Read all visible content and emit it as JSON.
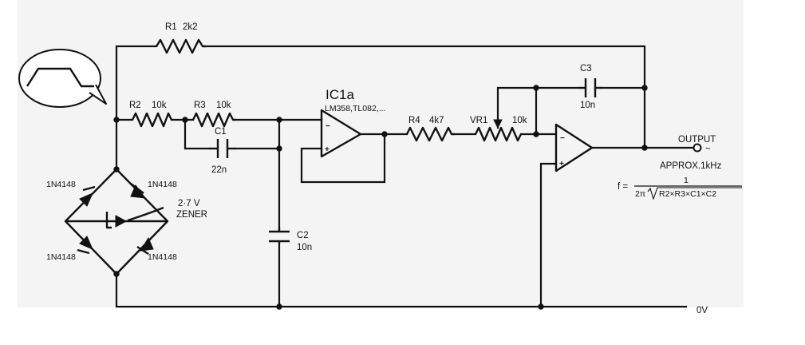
{
  "components": {
    "r1": {
      "ref": "R1",
      "value": "2k2"
    },
    "r2": {
      "ref": "R2",
      "value": "10k"
    },
    "r3": {
      "ref": "R3",
      "value": "10k"
    },
    "c1": {
      "ref": "C1",
      "value": "22n"
    },
    "c2": {
      "ref": "C2",
      "value": "10n"
    },
    "c3": {
      "ref": "C3",
      "value": "10n"
    },
    "ic1a": {
      "ref": "IC1a",
      "parts": "LM358,TL082,..."
    },
    "r4": {
      "ref": "R4",
      "value": "4k7"
    },
    "vr1": {
      "ref": "VR1",
      "value": "10k"
    },
    "zener": {
      "value": "2·7 V",
      "type": "ZENER"
    },
    "diodes": [
      "1N4148",
      "1N4148",
      "1N4148",
      "1N4148"
    ]
  },
  "output": {
    "label": "OUTPUT",
    "symbol": "~",
    "freq": "APPROX.1kHz"
  },
  "formula": {
    "lhs": "f =",
    "numerator": "1",
    "denominator_prefix": "2π",
    "denominator_radicand": "R2×R3×C1×C2"
  },
  "ground": {
    "label": "0V"
  },
  "opamp_pins": {
    "minus": "−",
    "plus": "+"
  }
}
